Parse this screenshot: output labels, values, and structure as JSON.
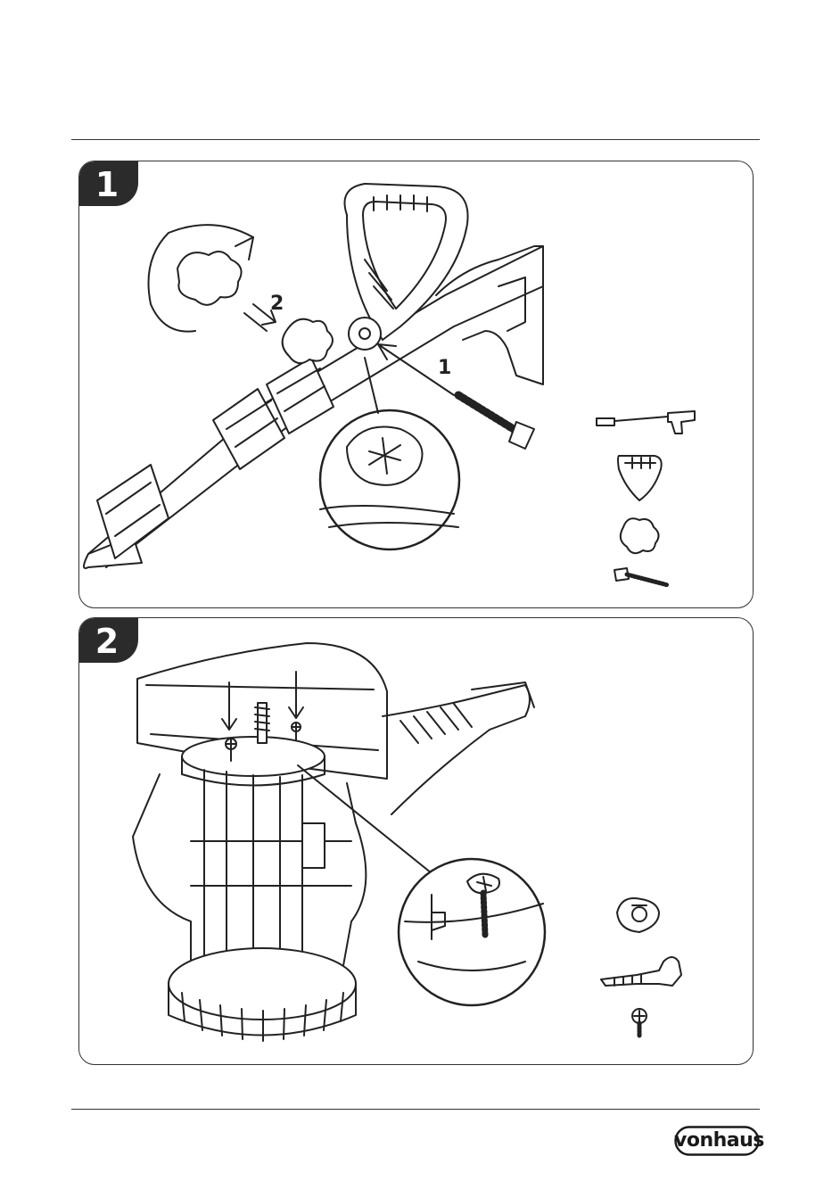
{
  "steps": [
    {
      "number": "1",
      "callouts": [
        "2",
        "1"
      ]
    },
    {
      "number": "2"
    }
  ],
  "brand": {
    "logo_text": "vonhaus"
  }
}
